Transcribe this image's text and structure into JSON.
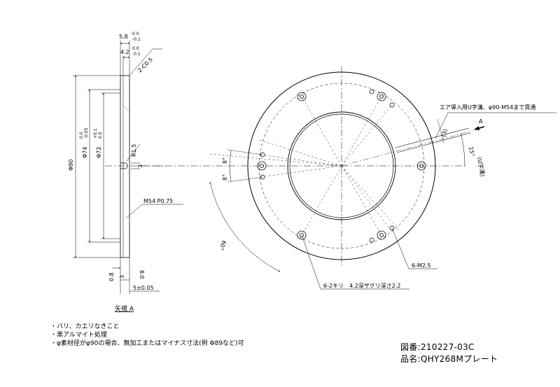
{
  "side_view": {
    "dim_thickness": "5.8",
    "dim_thickness_tol_upper": "0.0",
    "dim_thickness_tol_lower": "-0.1",
    "dim_step": "4.2",
    "dim_step_tol_upper": "0.0",
    "dim_step_tol_lower": "-0.1",
    "chamfer": "2-C0.5",
    "dim_outer_dia": "Φ90",
    "dim_recess_dia": "Φ74",
    "dim_recess_tol_upper": "0.0",
    "dim_recess_tol_lower": "-0.05",
    "dim_inner_dia": "Φ72",
    "dim_inner_tol_upper": "+0.1",
    "dim_inner_tol_lower": "0.0",
    "radius": "R1.5",
    "groove_width": "3",
    "thread": "M54 P0.75",
    "dim_bottom_small": "0.8",
    "dim_bottom_3": "3",
    "dim_bottom_80": "8.0",
    "dim_5": "5±0.05",
    "view_label": "矢視 A"
  },
  "front_view": {
    "air_groove_note": "エア導入用U字溝、φ90-M54まで貫通",
    "arrow_label": "A",
    "groove_width": "(3)",
    "angle_15": "15°",
    "u_groove": "(U字溝)",
    "angle_8a": "8°",
    "angle_8b": "8°",
    "angle_60": "60°",
    "tapped_holes": "6-M2.5",
    "drill_holes": "6-2キリ　4.2深ザグリ深さ2.2"
  },
  "notes": [
    "・バリ、カエリなきこと",
    "・黒アルマイト処理",
    "・φ素材径がφ90の場合、無加工またはマイナス寸法(例 Φ89など)可"
  ],
  "title_block": {
    "drawing_no": "図番:210227-03C",
    "part_name": "品名:QHY268Mプレート"
  }
}
